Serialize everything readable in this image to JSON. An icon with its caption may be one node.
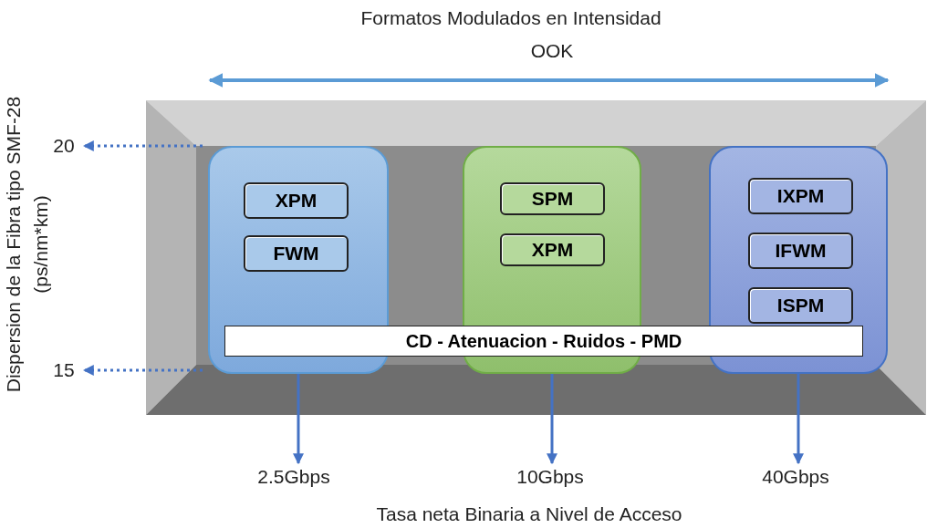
{
  "diagram": {
    "nodes": [
      {
        "text": [
          "20"
        ]
      },
      {
        "text": [
          "15"
        ]
      },
      {
        "text": [],
        "shape": "box"
      },
      {
        "text": [],
        "shape": "box",
        "in": 2
      },
      {
        "text": [
          "XPM"
        ],
        "in": 3
      },
      {
        "text": [
          "FWM"
        ],
        "in": 3
      },
      {
        "text": [],
        "shape": "box",
        "in": 2
      },
      {
        "text": [
          "SPM"
        ],
        "in": 6
      },
      {
        "text": [
          "XPM"
        ],
        "in": 6
      },
      {
        "text": [],
        "shape": "box",
        "in": 2
      },
      {
        "text": [
          "IXPM"
        ],
        "in": 9
      },
      {
        "text": [
          "IFWM"
        ],
        "in": 9
      },
      {
        "text": [
          "ISPM"
        ],
        "in": 9
      },
      {
        "text": [
          "CD - Atenuacion - Ruidos - PMD"
        ],
        "in": 2
      },
      {
        "text": [
          "2.5Gbps"
        ]
      },
      {
        "text": [
          "10Gbps"
        ]
      },
      {
        "text": [
          "40Gbps"
        ]
      }
    ],
    "edges": [
      {
        "from": 2,
        "to": 0,
        "arrow": "to",
        "style": "dashed"
      },
      {
        "from": 2,
        "to": 1,
        "arrow": "to",
        "style": "dashed"
      },
      {
        "from": 3,
        "to": 14,
        "arrow": "to"
      },
      {
        "from": 6,
        "to": 15,
        "arrow": "to"
      },
      {
        "from": 9,
        "to": 16,
        "arrow": "to"
      }
    ],
    "labels": [
      "Formatos Modulados en Intensidad",
      "OOK",
      "Dispersion de la Fibra tipo SMF-28 (ps/nm*km)",
      "Tasa neta Binaria a Nivel de Acceso"
    ]
  }
}
